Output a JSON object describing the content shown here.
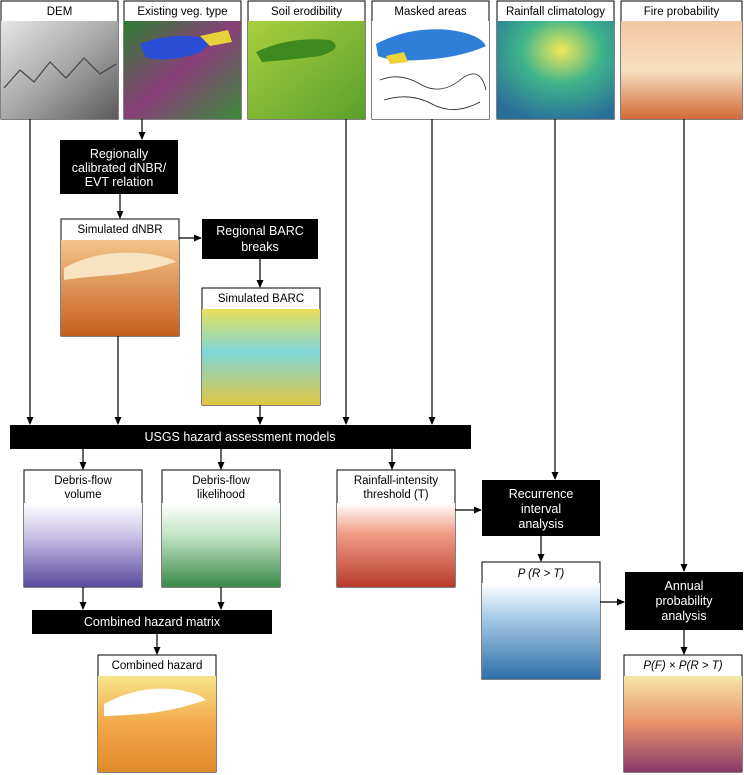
{
  "inputs": {
    "dem": "DEM",
    "veg": "Existing veg. type",
    "soil": "Soil erodibility",
    "masked": "Masked areas",
    "rain": "Rainfall climatology",
    "fire": "Fire probability"
  },
  "steps": {
    "calib": [
      "Regionally",
      "calibrated dNBR/",
      "EVT relation"
    ],
    "barc_breaks": [
      "Regional BARC",
      "breaks"
    ],
    "usgs": "USGS hazard assessment models",
    "recurrence": [
      "Recurrence",
      "interval",
      "analysis"
    ],
    "matrix": "Combined hazard matrix",
    "annual": [
      "Annual",
      "probability",
      "analysis"
    ]
  },
  "outputs": {
    "dnbr": "Simulated dNBR",
    "barc": "Simulated BARC",
    "volume": [
      "Debris-flow",
      "volume"
    ],
    "likelihood": [
      "Debris-flow",
      "likelihood"
    ],
    "threshold": [
      "Rainfall-intensity",
      "threshold (T)"
    ],
    "prt": "P (R > T)",
    "combined": "Combined hazard",
    "final": "P(F) × P(R > T)"
  },
  "colors": {
    "box": "#000000",
    "dem": "#b0b0b0",
    "veg": "#3a8a3a",
    "soil": "#8fbe3a",
    "masked": "#2f7fd9",
    "rain": "#3fb58a",
    "fire": "#e2945d",
    "dnbr": "#e08a3c",
    "barc": "#6fd3d6",
    "volume": "#8b7ec4",
    "likelihood": "#7fc08a",
    "threshold": "#e0604a",
    "prt": "#6fa3d6",
    "combined": "#f0a030",
    "final": "#e08a6a"
  }
}
